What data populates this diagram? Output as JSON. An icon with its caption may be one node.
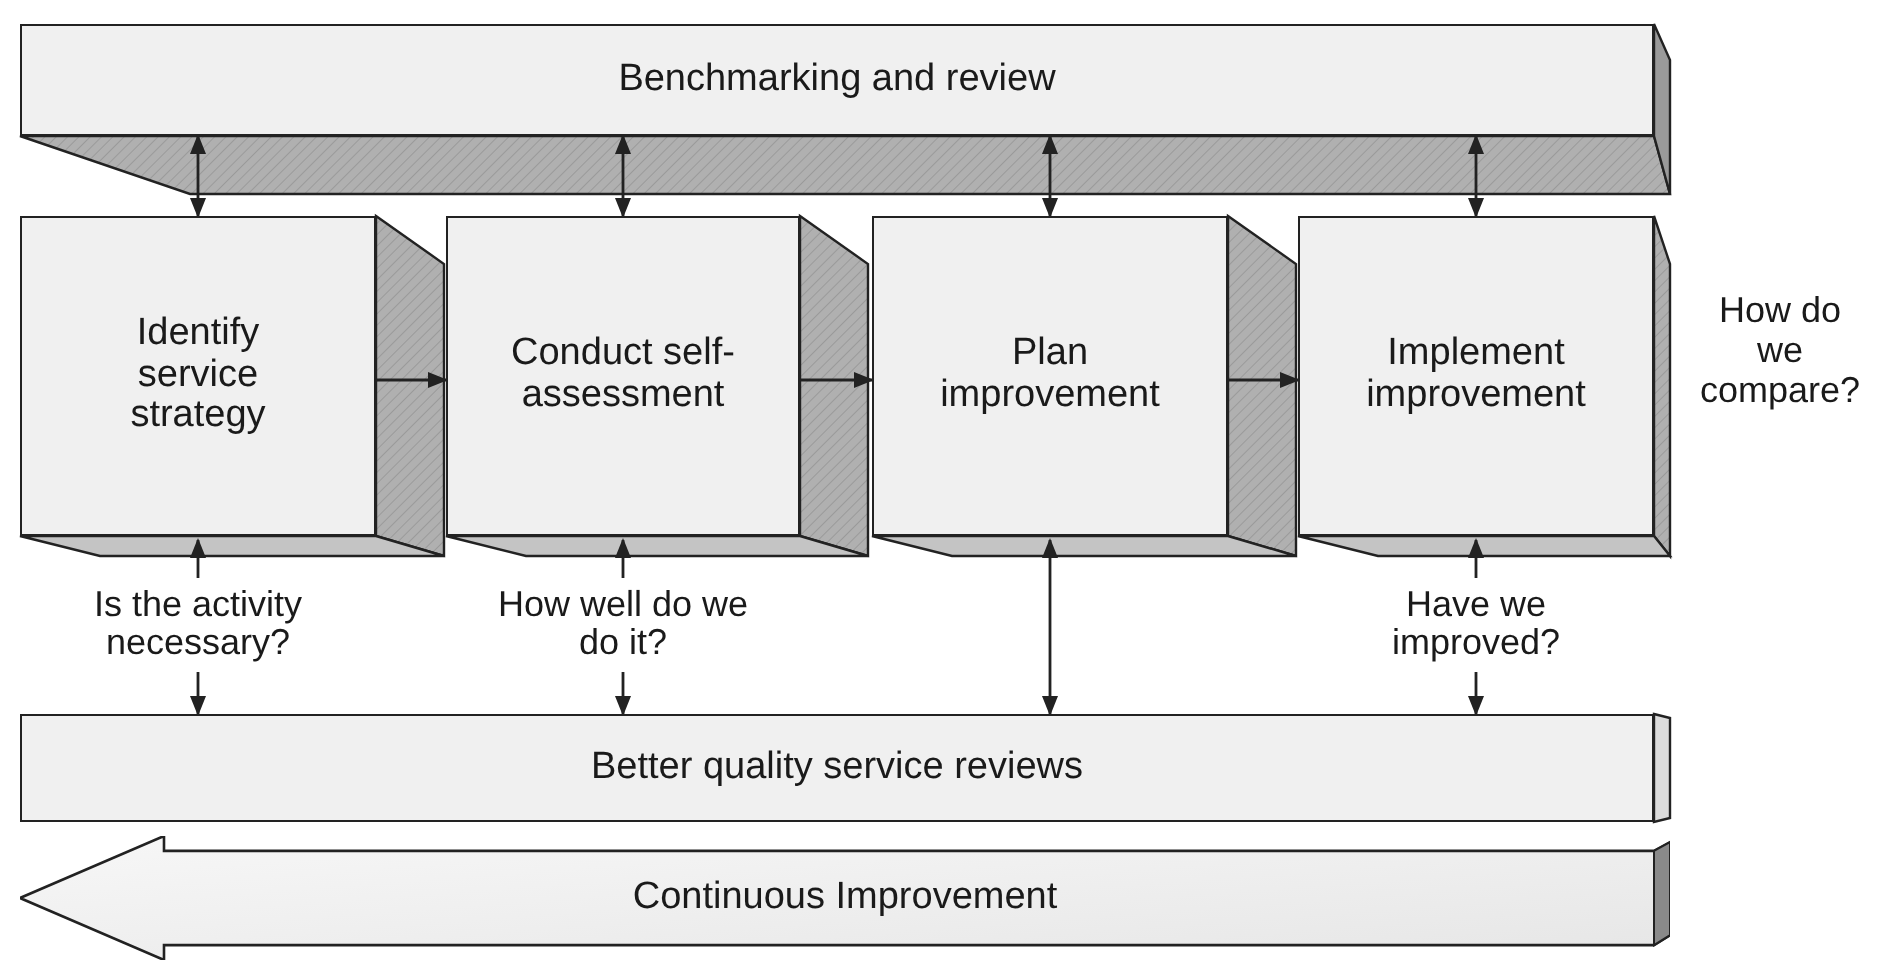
{
  "diagram": {
    "nodes": [
      {
        "text": [
          "Benchmarking and review"
        ]
      },
      {
        "text": [
          "Identify service strategy"
        ]
      },
      {
        "text": [
          "Conduct self-assessment"
        ]
      },
      {
        "text": [
          "Plan improvement"
        ]
      },
      {
        "text": [
          "Implement improvement"
        ]
      },
      {
        "text": [
          "Better quality service reviews"
        ]
      },
      {
        "text": [
          "Continuous Improvement"
        ]
      }
    ],
    "edges": [
      {
        "from": 0,
        "to": 1,
        "arrow": "both"
      },
      {
        "from": 0,
        "to": 2,
        "arrow": "both"
      },
      {
        "from": 0,
        "to": 3,
        "arrow": "both"
      },
      {
        "from": 0,
        "to": 4,
        "arrow": "both"
      },
      {
        "from": 1,
        "to": 2,
        "arrow": "to"
      },
      {
        "from": 2,
        "to": 3,
        "arrow": "to"
      },
      {
        "from": 3,
        "to": 4,
        "arrow": "to"
      },
      {
        "from": 1,
        "to": 5,
        "arrow": "both",
        "label": "Is the activity necessary?"
      },
      {
        "from": 2,
        "to": 5,
        "arrow": "both",
        "label": "How well do we do it?"
      },
      {
        "from": 3,
        "to": 5,
        "arrow": "both"
      },
      {
        "from": 4,
        "to": 5,
        "arrow": "both",
        "label": "Have we improved?"
      }
    ],
    "labels": [
      "How do we compare?"
    ]
  }
}
